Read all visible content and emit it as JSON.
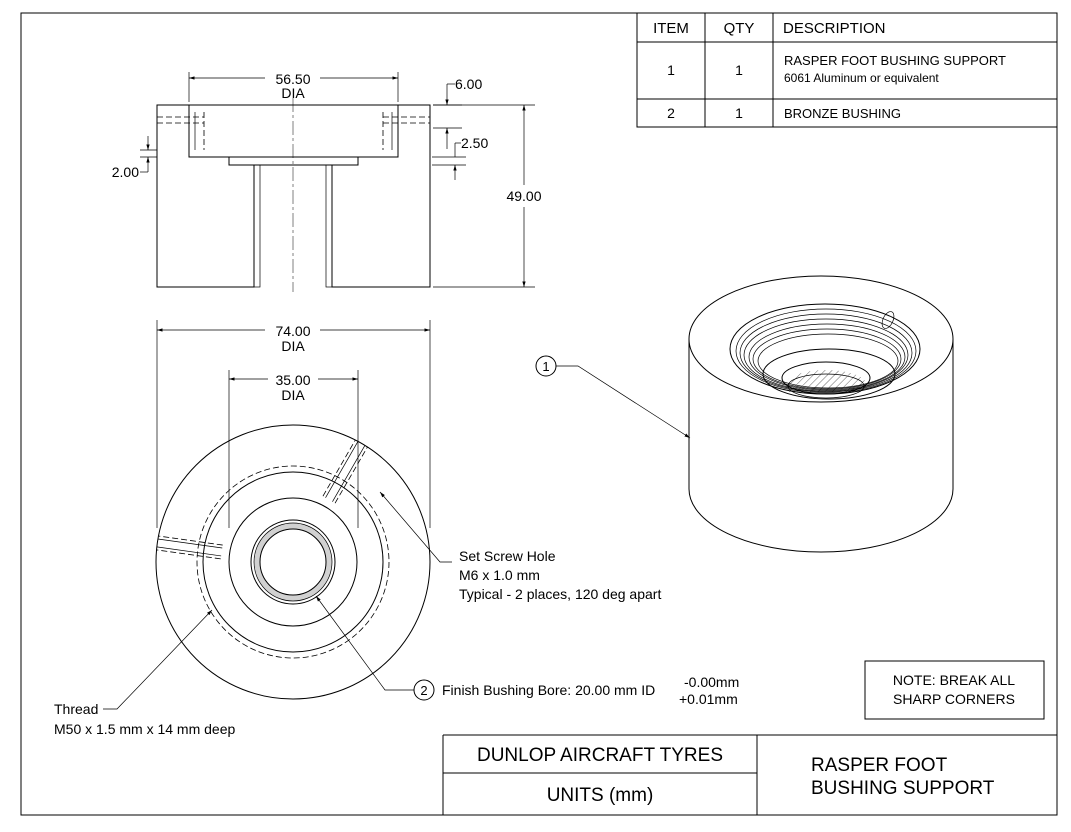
{
  "bom": {
    "headers": {
      "item": "ITEM",
      "qty": "QTY",
      "description": "DESCRIPTION"
    },
    "rows": [
      {
        "item": "1",
        "qty": "1",
        "description_line1": "RASPER FOOT BUSHING SUPPORT",
        "description_line2": "6061 Aluminum or equivalent"
      },
      {
        "item": "2",
        "qty": "1",
        "description_line1": "BRONZE BUSHING",
        "description_line2": ""
      }
    ]
  },
  "section_view": {
    "dim_top_dia_value": "56.50",
    "dim_top_dia_suffix": "DIA",
    "dim_counterbore_depth": "6.00",
    "dim_recess": "2.50",
    "dim_thread_relief": "2.00",
    "dim_height": "49.00"
  },
  "plan_view": {
    "dim_outer_dia_value": "74.00",
    "dim_outer_dia_suffix": "DIA",
    "dim_inner_dia_value": "35.00",
    "dim_inner_dia_suffix": "DIA"
  },
  "callouts": {
    "set_screw": [
      "Set Screw Hole",
      "M6 x 1.0 mm",
      "Typical - 2 places, 120 deg apart"
    ],
    "thread": [
      "Thread",
      "M50 x 1.5 mm x 14 mm deep"
    ],
    "bore_balloon": "2",
    "bore_text": "Finish Bushing Bore: 20.00 mm ID",
    "bore_tol_upper": "-0.00mm",
    "bore_tol_lower": "+0.01mm",
    "iso_balloon": "1"
  },
  "note": {
    "line1": "NOTE: BREAK ALL",
    "line2": "SHARP CORNERS"
  },
  "title_block": {
    "company": "DUNLOP AIRCRAFT TYRES",
    "units": "UNITS (mm)",
    "title_line1": "RASPER FOOT",
    "title_line2": "BUSHING SUPPORT"
  }
}
